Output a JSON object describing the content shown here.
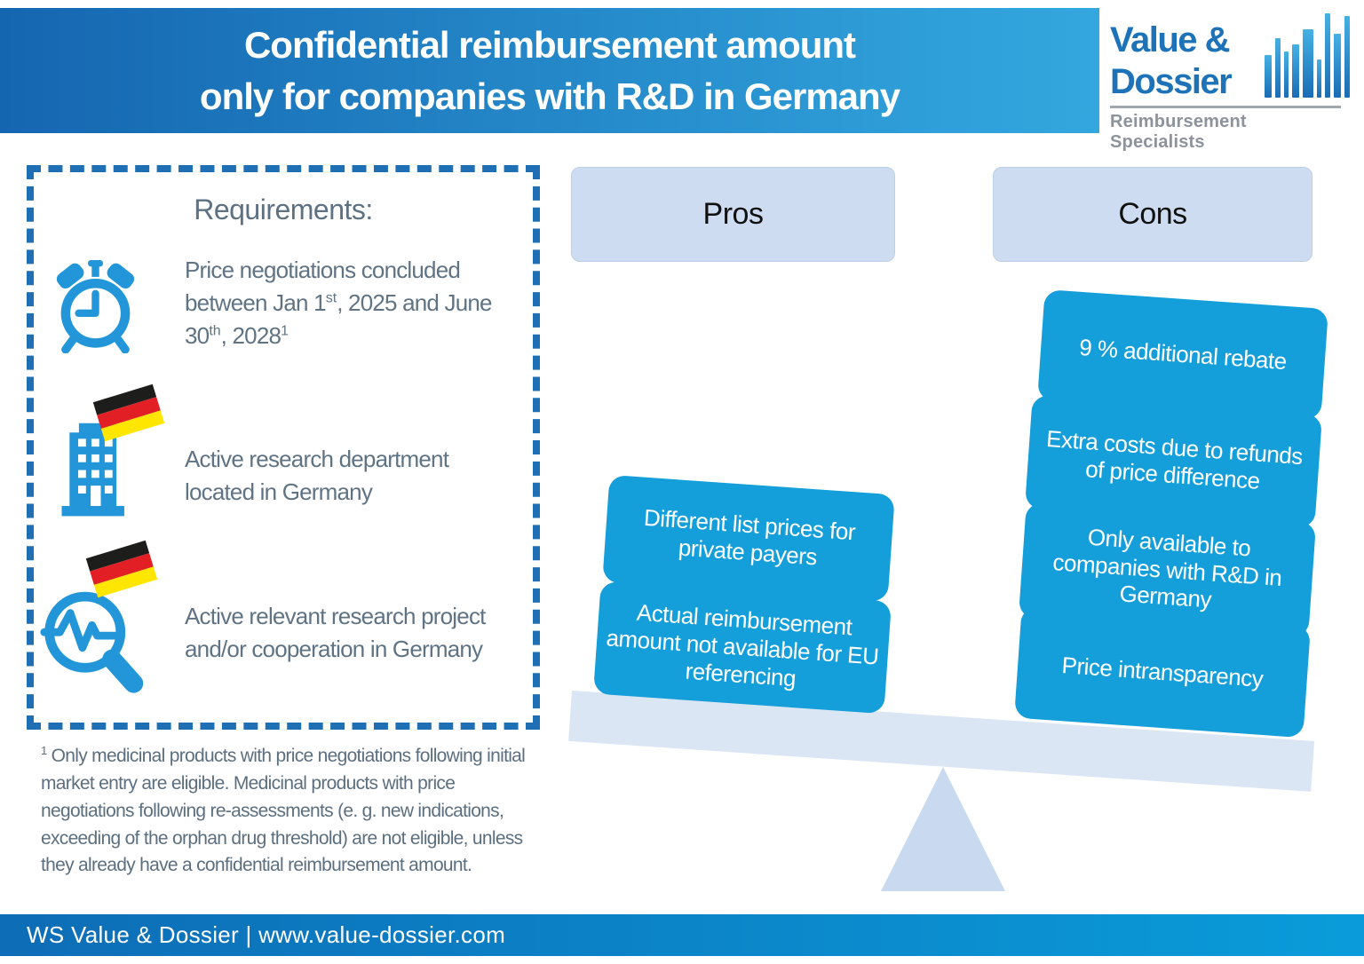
{
  "slide": {
    "title_line1": "Confidential reimbursement amount",
    "title_line2": "only for companies with R&D in Germany"
  },
  "logo": {
    "name_line1": "Value &",
    "name_line2": "Dossier",
    "tagline": "Reimbursement Specialists",
    "bars": [
      {
        "w": 8,
        "h": 48
      },
      {
        "w": 6,
        "h": 67
      },
      {
        "w": 5,
        "h": 52
      },
      {
        "w": 8,
        "h": 60
      },
      {
        "w": 12,
        "h": 77
      },
      {
        "w": 5,
        "h": 43
      },
      {
        "w": 6,
        "h": 95
      },
      {
        "w": 8,
        "h": 72
      },
      {
        "w": 6,
        "h": 92
      }
    ],
    "icon": "bar-chart-skyline-icon"
  },
  "requirements": {
    "heading": "Requirements:",
    "item1": {
      "icon": "alarm-clock-icon",
      "p0": "Price negotiations concluded between Jan 1",
      "s0": "st",
      "p1": ", 2025 and June 30",
      "s1": "th",
      "p2": ", 2028",
      "s2": "1"
    },
    "item2": {
      "icon": "office-building-icon-with-german-flag",
      "text": "Active research department located in Germany"
    },
    "item3": {
      "icon": "research-magnifier-icon-with-german-flag",
      "text": "Active relevant research project and/or cooperation in Germany"
    }
  },
  "footnote": {
    "marker": "1",
    "text": " Only medicinal products with price negotiations following initial market entry are eligible. Medicinal products with price negotiations following re-assessments (e. g. new indications, exceeding of the orphan drug threshold) are not eligible, unless they already have a confidential reimbursement amount."
  },
  "balance": {
    "pros_label": "Pros",
    "cons_label": "Cons",
    "pros": [
      "Different list prices for private payers",
      "Actual reimbursement amount not available for EU referencing"
    ],
    "cons": [
      "9 % additional rebate",
      "Extra costs due to refunds of price difference",
      "Only available to companies with R&D in Germany",
      "Price intransparency"
    ]
  },
  "footer": {
    "text": "WS Value & Dossier | www.value-dossier.com"
  },
  "colors": {
    "header_gradient_left": "#1566b0",
    "header_gradient_right": "#33a7de",
    "accent_blue_box": "#149fda",
    "icon_blue": "#2296d8",
    "dashed_border_blue": "#1e6fb4",
    "light_panel_blue": "#cddcf0",
    "plank_blue": "#dbe6f4",
    "fulcrum_blue": "#c9daf0",
    "text_gray": "#5f7384",
    "logo_blue": "#1e73b8",
    "logo_tagline_gray": "#8d939c",
    "flag_black": "#1d1d1b",
    "flag_red": "#e31f26",
    "flag_gold": "#ffe600"
  }
}
